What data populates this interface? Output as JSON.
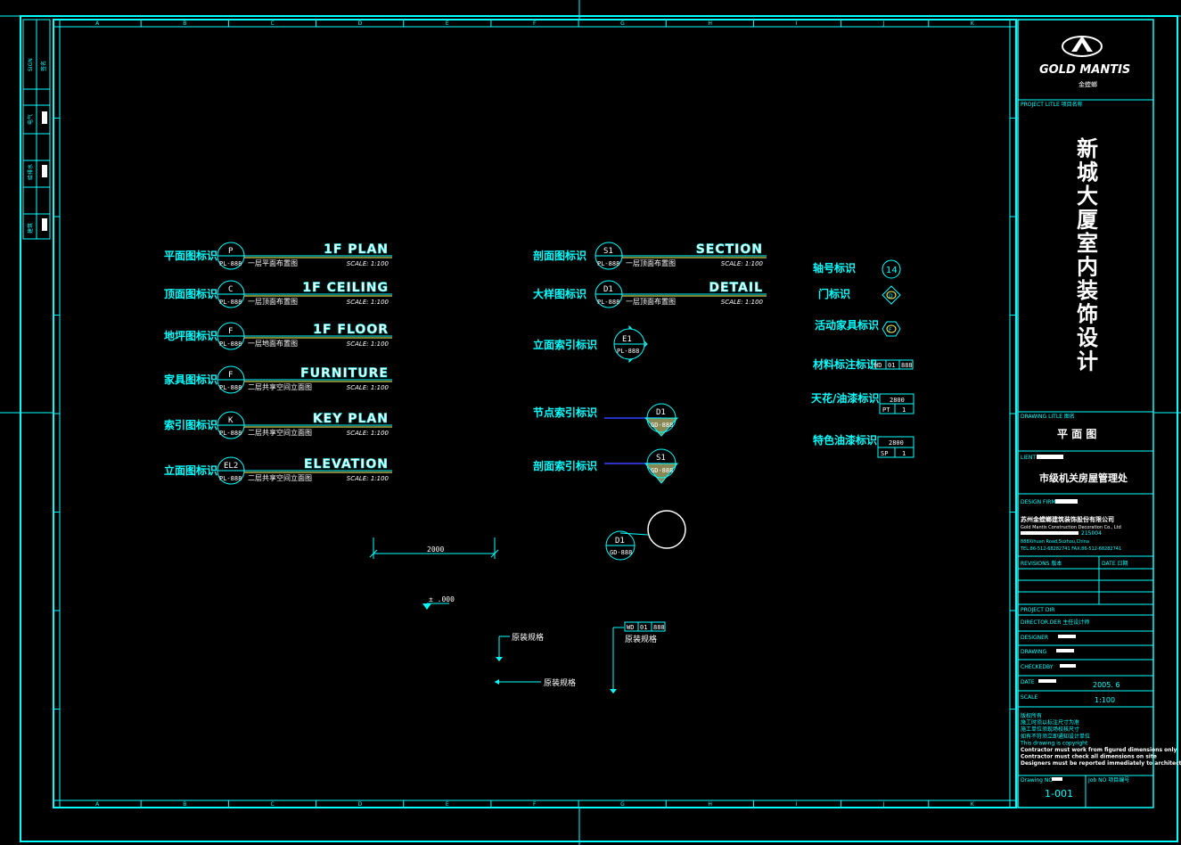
{
  "grid": {
    "columns": [
      "A",
      "B",
      "C",
      "D",
      "E",
      "F",
      "G",
      "H",
      "I",
      "J",
      "K"
    ]
  },
  "left_strip": {
    "labels": [
      "SIGN",
      "签名",
      "电气",
      "给排水",
      "建筑"
    ]
  },
  "plan_symbols": [
    {
      "label": "平面图标识",
      "code": "P",
      "ref": "PL-888",
      "title": "1F PLAN",
      "desc": "一层平面布置图",
      "scale": "SCALE: 1:100"
    },
    {
      "label": "顶面图标识",
      "code": "C",
      "ref": "PL-888",
      "title": "1F CEILING",
      "desc": "一层顶面布置图",
      "scale": "SCALE: 1:100"
    },
    {
      "label": "地坪图标识",
      "code": "F",
      "ref": "PL-888",
      "title": "1F FLOOR",
      "desc": "一层地面布置图",
      "scale": "SCALE: 1:100"
    },
    {
      "label": "家具图标识",
      "code": "F",
      "ref": "PL-888",
      "title": "FURNITURE",
      "desc": "二层共享空间立面图",
      "scale": "SCALE: 1:100"
    },
    {
      "label": "索引图标识",
      "code": "K",
      "ref": "PL-888",
      "title": "KEY PLAN",
      "desc": "二层共享空间立面图",
      "scale": "SCALE: 1:100"
    },
    {
      "label": "立面图标识",
      "code": "EL2",
      "ref": "PL-888",
      "title": "ELEVATION",
      "desc": "二层共享空间立面图",
      "scale": "SCALE: 1:100"
    }
  ],
  "section_symbols": [
    {
      "label": "剖面图标识",
      "code": "S1",
      "ref": "PL-888",
      "title": "SECTION",
      "desc": "一层顶面布置图",
      "scale": "SCALE: 1:100"
    },
    {
      "label": "大样图标识",
      "code": "D1",
      "ref": "PL-888",
      "title": "DETAIL",
      "desc": "一层顶面布置图",
      "scale": "SCALE: 1:100"
    }
  ],
  "index_symbols": {
    "elevation_index": {
      "label": "立面索引标识",
      "code": "E1",
      "ref": "PL-888"
    },
    "node_index": {
      "label": "节点索引标识",
      "code": "D1",
      "ref": "GD-888"
    },
    "section_index": {
      "label": "剖面索引标识",
      "code": "S1",
      "ref": "GD-888"
    },
    "detail_circle": {
      "code": "D1",
      "ref": "GD-888"
    }
  },
  "misc_annotations": {
    "dimension_text": "2000",
    "level_text": "± .000",
    "leader_1": "原装规格",
    "leader_2": "原装规格",
    "leader_3": "原装规格",
    "material_tag": [
      "WD",
      "01",
      "888"
    ]
  },
  "legend_right": [
    {
      "label": "轴号标识",
      "symbol": "14"
    },
    {
      "label": "门标识",
      "symbol": "D"
    },
    {
      "label": "活动家具标识",
      "symbol": "F"
    },
    {
      "label": "材料标注标识",
      "tag": [
        "WD",
        "01",
        "888"
      ]
    },
    {
      "label": "天花/油漆标识",
      "box_top": "2800",
      "box_bottom": [
        "PT",
        "1"
      ]
    },
    {
      "label": "特色油漆标识",
      "box_top": "2800",
      "box_bottom": [
        "SP",
        "1"
      ]
    }
  ],
  "title_block": {
    "logo_text": "GOLD MANTIS",
    "logo_sub": "金螳螂",
    "project_title_label": "PROJECT LITLE 项目名称",
    "project_title": "新城大厦室内装饰设计",
    "drawing_title_label": "DRAWING LITLE 图名",
    "drawing_title": "平 面 图",
    "client_label": "LIENT",
    "client": "市级机关房屋管理处",
    "design_firm_label": "DESIGN FIRM",
    "firm_cn": "苏州金螳螂建筑装饰股份有限公司",
    "firm_en": "Gold Mantis Construction Decoration Co., Ltd",
    "zip": "215004",
    "address": "888Xihuan Road,Suzhou,China",
    "tel": "TEL:86-512-68282741 FAX:86-512-68282741",
    "revisions_label": "REVISIONS 版本",
    "date_col_label": "DATE 日期",
    "project_dir_label": "PROJECT DIR",
    "director_label": "DIRECTOR.DER 主任设计师",
    "designer_label": "DESIGNER",
    "drawing_label": "DRAWING",
    "checked_label": "CHECKEDBY",
    "date_label": "DATE",
    "date_value": "2005. 6",
    "scale_label": "SCALE",
    "scale_value": "1:100",
    "notes": [
      "版权所有",
      "施工时须以标注尺寸为准",
      "施工单位须现场校核尺寸",
      "如有不符须立即通知设计单位",
      "This drawing is copyright",
      "Contractor must work from figured dimensions only",
      "Contractor must check all dimensions on site",
      "Designers must be reported immediately to architects"
    ],
    "drawing_no_label": "Drawing NO",
    "job_no_label": "Job NO 项目编号",
    "drawing_no": "1-001"
  },
  "colors": {
    "background": "#000000",
    "line": "#00ffff",
    "text_highlight": "#ffffff",
    "accent_green": "#33ff33",
    "hatch": "#888855"
  }
}
